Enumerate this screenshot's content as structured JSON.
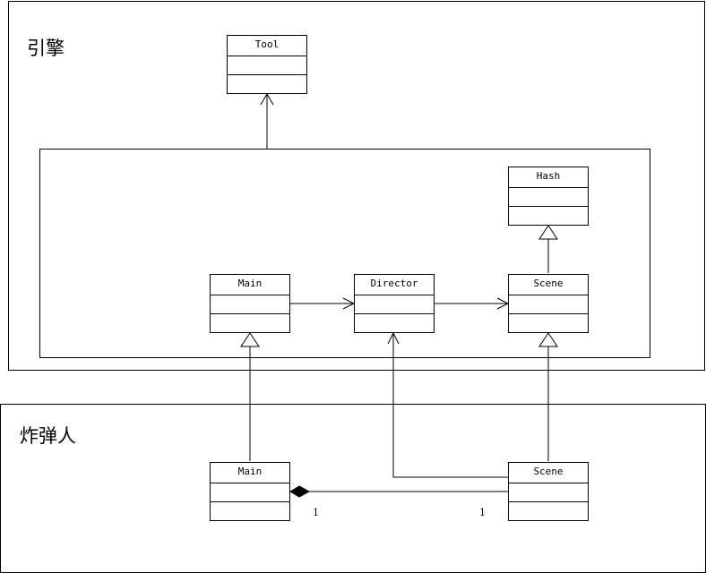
{
  "packages": {
    "engine": {
      "label": "引擎"
    },
    "bomberman": {
      "label": "炸弹人"
    }
  },
  "classes": {
    "tool": {
      "name": "Tool"
    },
    "hash": {
      "name": "Hash"
    },
    "engine_main": {
      "name": "Main"
    },
    "director": {
      "name": "Director"
    },
    "engine_scene": {
      "name": "Scene"
    },
    "game_main": {
      "name": "Main"
    },
    "game_scene": {
      "name": "Scene"
    }
  },
  "relations": {
    "composition": {
      "multiplicity_main": "1",
      "multiplicity_scene": "1"
    }
  },
  "colors": {
    "line": "#000000",
    "background": "#ffffff"
  }
}
